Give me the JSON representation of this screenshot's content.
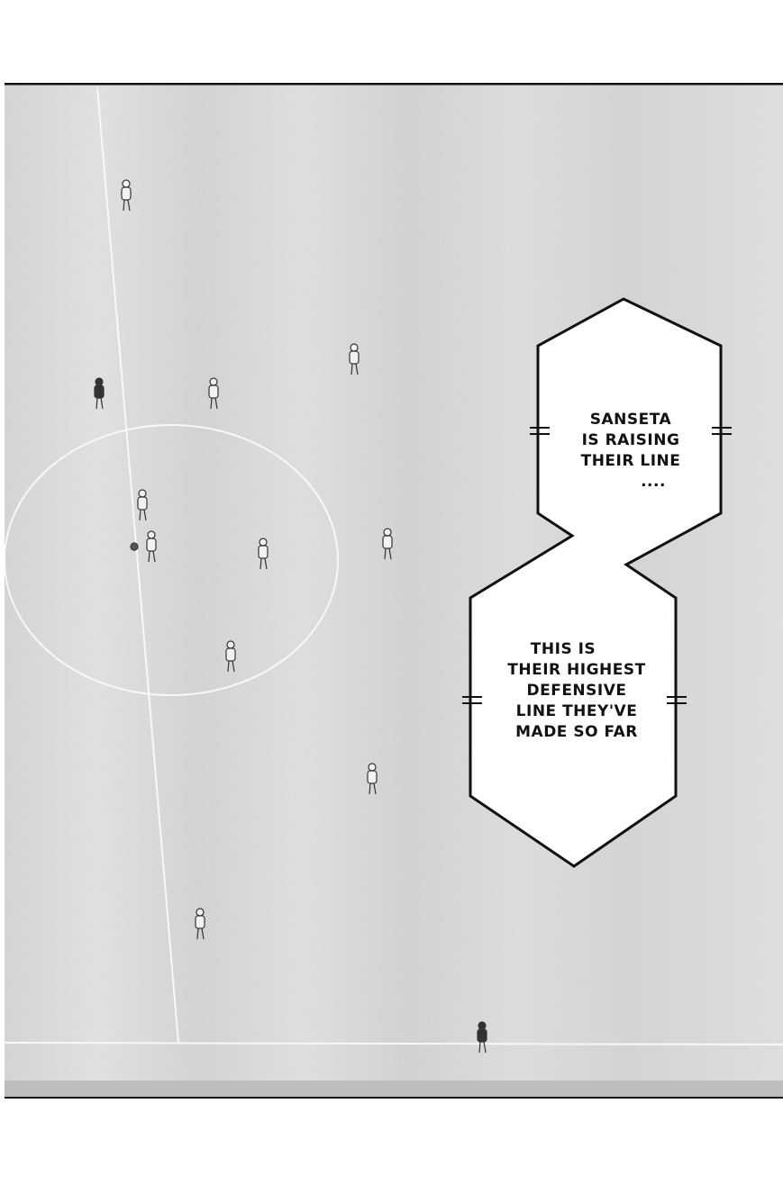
{
  "page": {
    "type": "manga-page",
    "background": "#ffffff",
    "field_color": "#dcdcdc",
    "line_color": "#fafafa",
    "ink_color": "#111111"
  },
  "bubbles": [
    {
      "lines": [
        "SANSETA",
        "IS RAISING",
        "THEIR LINE",
        "...."
      ]
    },
    {
      "lines": [
        "THIS IS",
        "THEIR HIGHEST",
        "DEFENSIVE",
        "LINE THEY'VE",
        "MADE SO FAR"
      ]
    }
  ]
}
